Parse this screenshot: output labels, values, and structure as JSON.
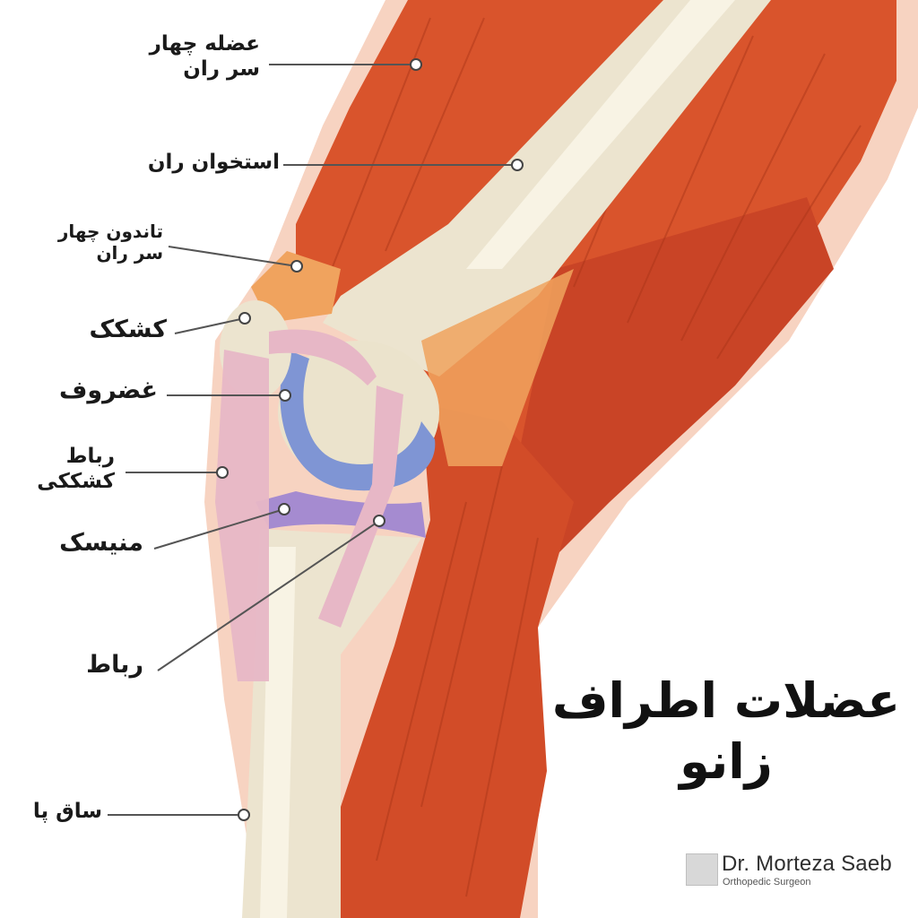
{
  "diagram": {
    "title_line1": "عضلات اطراف",
    "title_line2": "زانو",
    "labels": {
      "quadriceps": {
        "line1": "عضله چهار",
        "line2": "سر ران"
      },
      "femur": {
        "line1": "استخوان ران"
      },
      "quad_tendon": {
        "line1": "تاندون چهار",
        "line2": "سر ران"
      },
      "patella": {
        "line1": "کشکک"
      },
      "cartilage": {
        "line1": "غضروف"
      },
      "patellar_ligament": {
        "line1": "رباط",
        "line2": "کشککی"
      },
      "meniscus": {
        "line1": "منیسک"
      },
      "ligament": {
        "line1": "رباط"
      },
      "tibia": {
        "line1": "ساق پا"
      }
    }
  },
  "logo": {
    "name": "Dr. Morteza Saeb",
    "subtitle": "Orthopedic Surgeon"
  },
  "colors": {
    "muscle": "#d9542c",
    "muscle_dark": "#b93a1c",
    "muscle_light": "#ee8a5a",
    "skin": "#f6c9b4",
    "bone": "#ece4cf",
    "bone_shade": "#d8cfb4",
    "cartilage": "#7f95d4",
    "meniscus": "#a58bd0",
    "ligament": "#e7b7c6",
    "tendon": "#f0a35e"
  }
}
